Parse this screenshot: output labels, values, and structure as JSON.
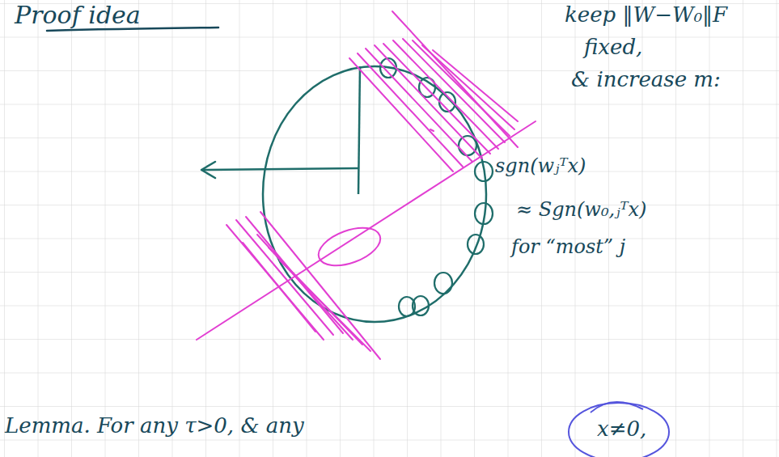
{
  "diagram": {
    "labels": [
      "Proof idea",
      "keep ‖W−W₀‖F",
      "fixed,",
      "& increase m:",
      "sgn(wⱼᵀx)",
      "≈ Sgn(w₀,ⱼᵀx)",
      "for “most” j",
      "Lemma. For any τ>0, & any",
      "x≠0,"
    ]
  }
}
